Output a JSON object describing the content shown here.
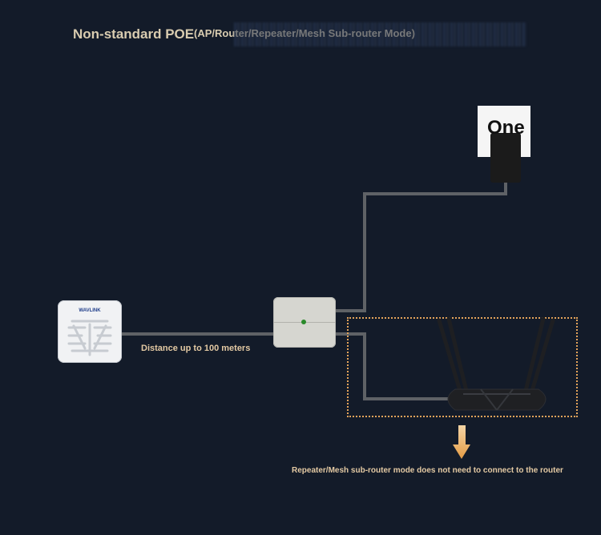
{
  "diagram": {
    "title": "Non-standard POE",
    "subtitle": "(AP/Router/Repeater/Mesh Sub-router Mode)",
    "distance_label": "Distance up to 100 meters",
    "note": "Repeater/Mesh sub-router mode does not need to connect to the router",
    "adapter_label": "One",
    "ap_brand": "WAVLINK",
    "colors": {
      "background": "#131b29",
      "text": "#d9ccb0",
      "accent": "#e3a35a",
      "cable": "#5a5d62"
    },
    "icons": [
      "access-point-icon",
      "poe-injector-icon",
      "power-adapter-icon",
      "router-icon",
      "down-arrow-icon"
    ]
  }
}
